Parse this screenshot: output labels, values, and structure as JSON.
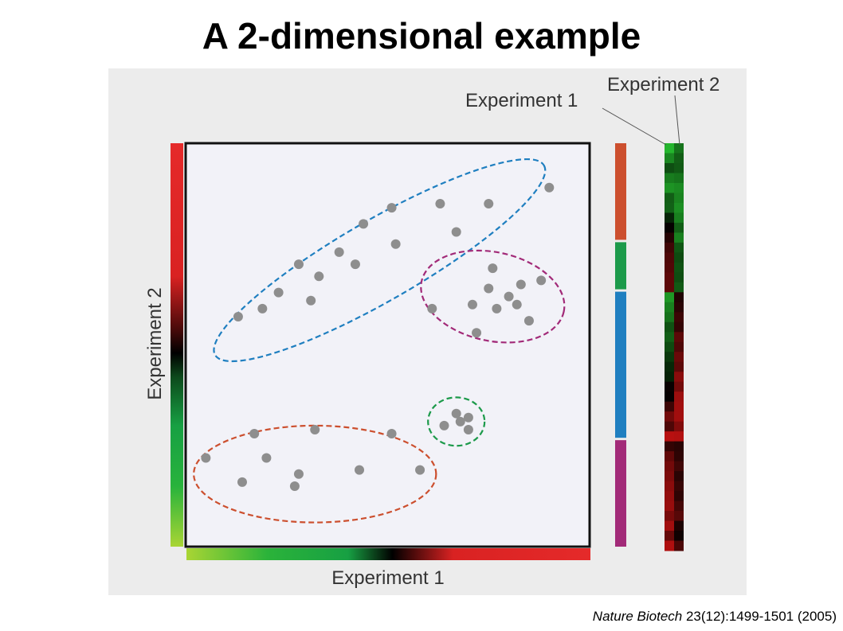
{
  "slide": {
    "title": "A 2-dimensional example",
    "citation_journal": "Nature Biotech",
    "citation_ref": " 23(12):1499-1501  (2005)"
  },
  "chart_data": {
    "type": "scatter",
    "title": "",
    "xlabel": "Experiment 1",
    "ylabel": "Experiment 2",
    "heatmap_labels": [
      "Experiment 1",
      "Experiment 2"
    ],
    "xlim": [
      0,
      100
    ],
    "ylim": [
      0,
      100
    ],
    "grid": false,
    "point_color": "#8e8e8e",
    "clusters": [
      {
        "color": "#1f7fc0",
        "ellipse": {
          "cx": 48,
          "cy": 71,
          "rx": 47,
          "ry": 10,
          "angle": 30
        },
        "points": [
          [
            13,
            57
          ],
          [
            19,
            59
          ],
          [
            23,
            63
          ],
          [
            31,
            61
          ],
          [
            28,
            70
          ],
          [
            33,
            67
          ],
          [
            38,
            73
          ],
          [
            42,
            70
          ],
          [
            44,
            80
          ],
          [
            52,
            75
          ],
          [
            51,
            84
          ],
          [
            63,
            85
          ],
          [
            75,
            85
          ],
          [
            67,
            78
          ],
          [
            90,
            89
          ]
        ]
      },
      {
        "color": "#a22a78",
        "ellipse": {
          "cx": 76,
          "cy": 62,
          "rx": 18,
          "ry": 11,
          "angle": -12
        },
        "points": [
          [
            61,
            59
          ],
          [
            71,
            60
          ],
          [
            75,
            64
          ],
          [
            77,
            59
          ],
          [
            80,
            62
          ],
          [
            82,
            60
          ],
          [
            83,
            65
          ],
          [
            76,
            69
          ],
          [
            85,
            56
          ],
          [
            72,
            53
          ],
          [
            88,
            66
          ]
        ]
      },
      {
        "color": "#1c9a4a",
        "ellipse": {
          "cx": 67,
          "cy": 31,
          "rx": 7,
          "ry": 6,
          "angle": 0
        },
        "points": [
          [
            64,
            30
          ],
          [
            67,
            33
          ],
          [
            68,
            31
          ],
          [
            70,
            32
          ],
          [
            70,
            29
          ]
        ]
      },
      {
        "color": "#cc4f2e",
        "ellipse": {
          "cx": 32,
          "cy": 18,
          "rx": 30,
          "ry": 12,
          "angle": 0
        },
        "points": [
          [
            5,
            22
          ],
          [
            17,
            28
          ],
          [
            32,
            29
          ],
          [
            20,
            22
          ],
          [
            14,
            16
          ],
          [
            28,
            18
          ],
          [
            27,
            15
          ],
          [
            43,
            19
          ],
          [
            51,
            28
          ],
          [
            58,
            19
          ]
        ]
      }
    ],
    "cluster_bar_colors": [
      "#cc4f2e",
      "#1c9a4a",
      "#1f7fc0",
      "#a22a78"
    ]
  }
}
